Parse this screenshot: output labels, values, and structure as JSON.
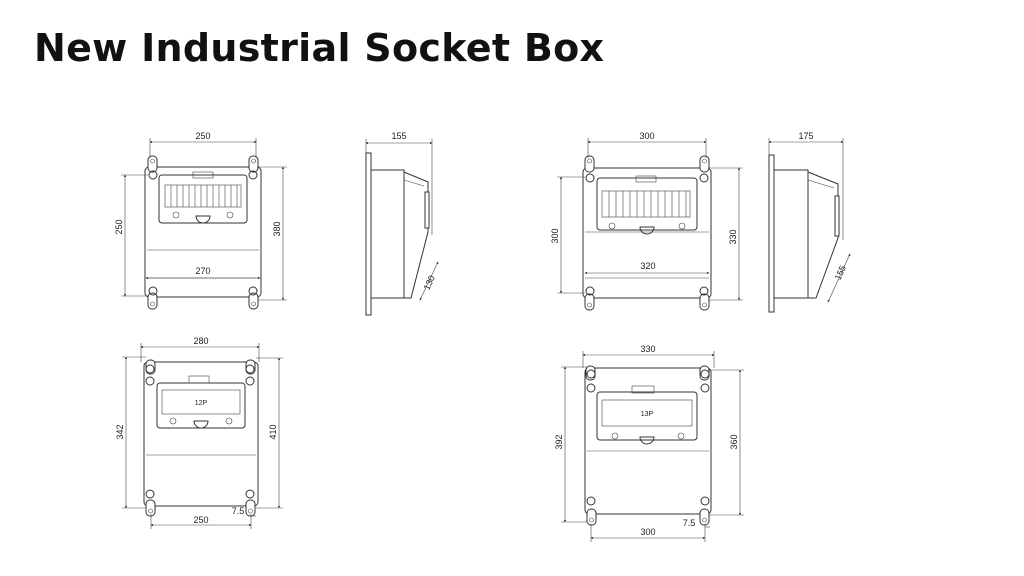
{
  "title": "New Industrial Socket Box",
  "drawings": {
    "a_front": {
      "width": "250",
      "height_left": "250",
      "height_right": "380",
      "inner": "270"
    },
    "a_side": {
      "depth": "155",
      "angle": "130"
    },
    "b_front": {
      "width": "300",
      "height_left": "300",
      "height_right": "330",
      "inner": "320"
    },
    "b_side": {
      "depth": "175",
      "angle": "155"
    },
    "c_front": {
      "width_top": "280",
      "height_left": "342",
      "height_right": "410",
      "width_bottom": "250",
      "offset": "7.5",
      "label": "12P"
    },
    "d_front": {
      "width_top": "330",
      "height_left": "392",
      "height_right": "360",
      "width_bottom": "300",
      "offset": "7.5",
      "label": "13P"
    }
  }
}
